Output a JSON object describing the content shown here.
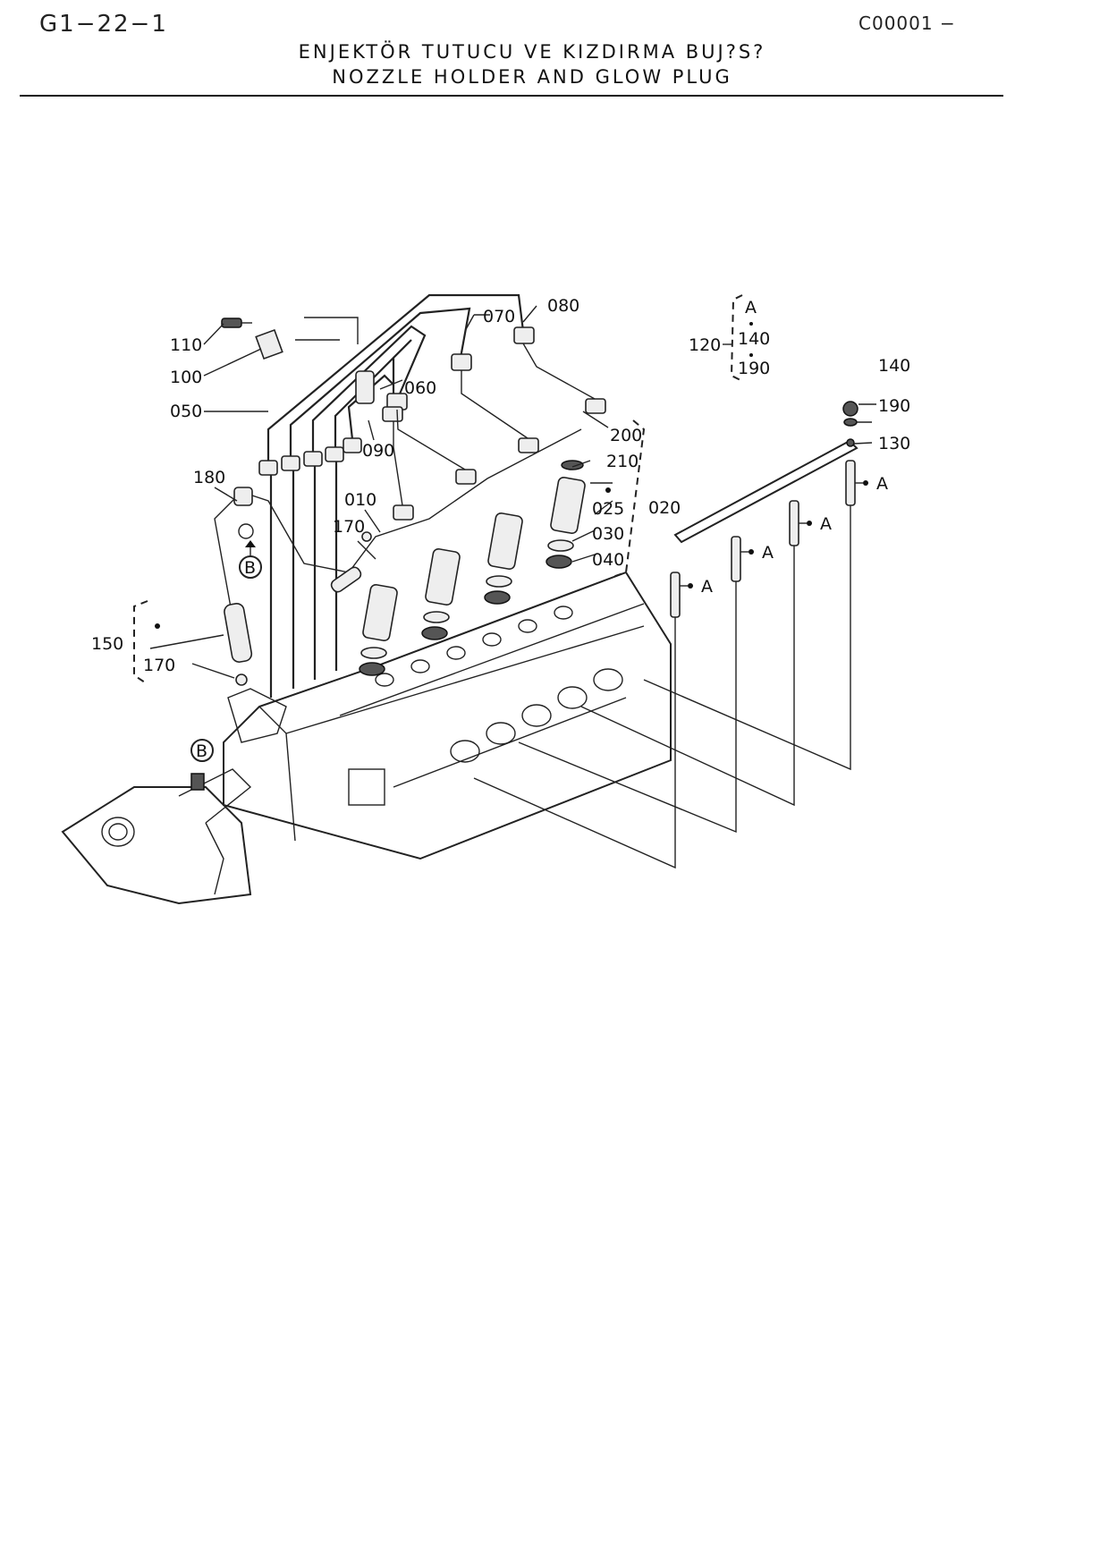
{
  "header": {
    "page_code": "G1−22−1",
    "catalog_code": "C00001 −",
    "title_tr": "ENJEKTÖR TUTUCU VE KIZDIRMA BUJ?S?",
    "title_en": "NOZZLE HOLDER AND GLOW PLUG"
  },
  "callouts": {
    "c010": "010",
    "c020": "020",
    "c025": "025",
    "c030": "030",
    "c040": "040",
    "c050": "050",
    "c060": "060",
    "c070": "070",
    "c080": "080",
    "c090": "090",
    "c100": "100",
    "c110": "110",
    "c120": "120",
    "c130": "130",
    "c140": "140",
    "c150": "150",
    "c170a": "170",
    "c170b": "170",
    "c180": "180",
    "c190": "190",
    "c200": "200",
    "c210": "210"
  },
  "kit_120": {
    "a": "A",
    "i1": "140",
    "i2": "190"
  },
  "markers": {
    "A": "A",
    "B": "B"
  }
}
